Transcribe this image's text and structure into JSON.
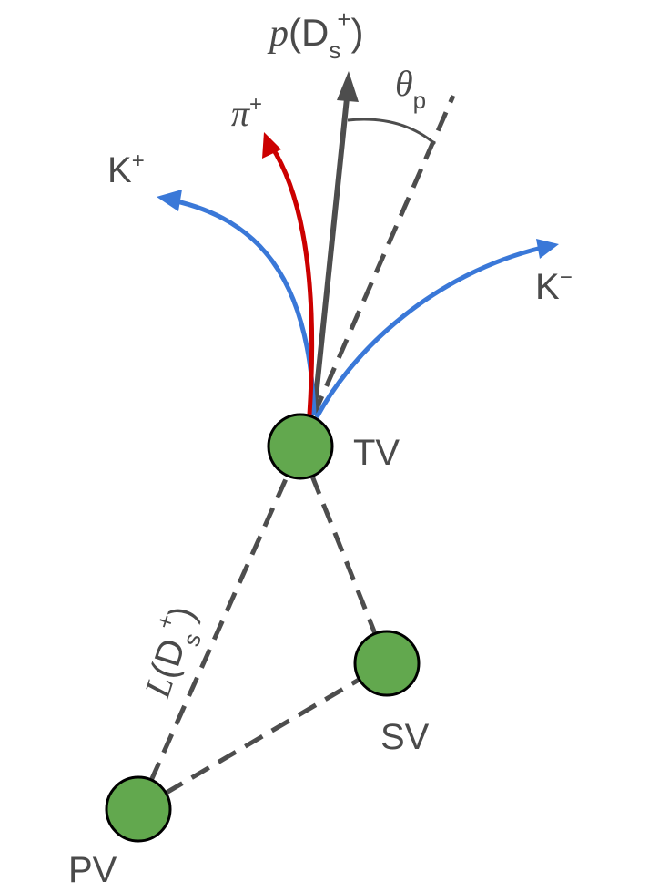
{
  "colors": {
    "momentum": "#4d4d4d",
    "pion": "#cc0000",
    "kaon": "#3a78d8",
    "vertex_fill": "#62a84e",
    "vertex_stroke": "#000000",
    "dashed": "#4d4d4d"
  },
  "labels": {
    "momentum": {
      "italic": "p",
      "open": "(D",
      "sub": "s",
      "sup": "+",
      "close": ")"
    },
    "theta": {
      "symbol": "θ",
      "sub": "p"
    },
    "pion": {
      "symbol": "π",
      "sup": "+"
    },
    "kplus": {
      "base": "K",
      "sup": "+"
    },
    "kminus": {
      "base": "K",
      "sup": "−"
    },
    "tv": "TV",
    "sv": "SV",
    "pv": "PV",
    "length": {
      "italic": "L",
      "open": "(D",
      "sub": "s",
      "sup": "+",
      "close": ")"
    }
  }
}
